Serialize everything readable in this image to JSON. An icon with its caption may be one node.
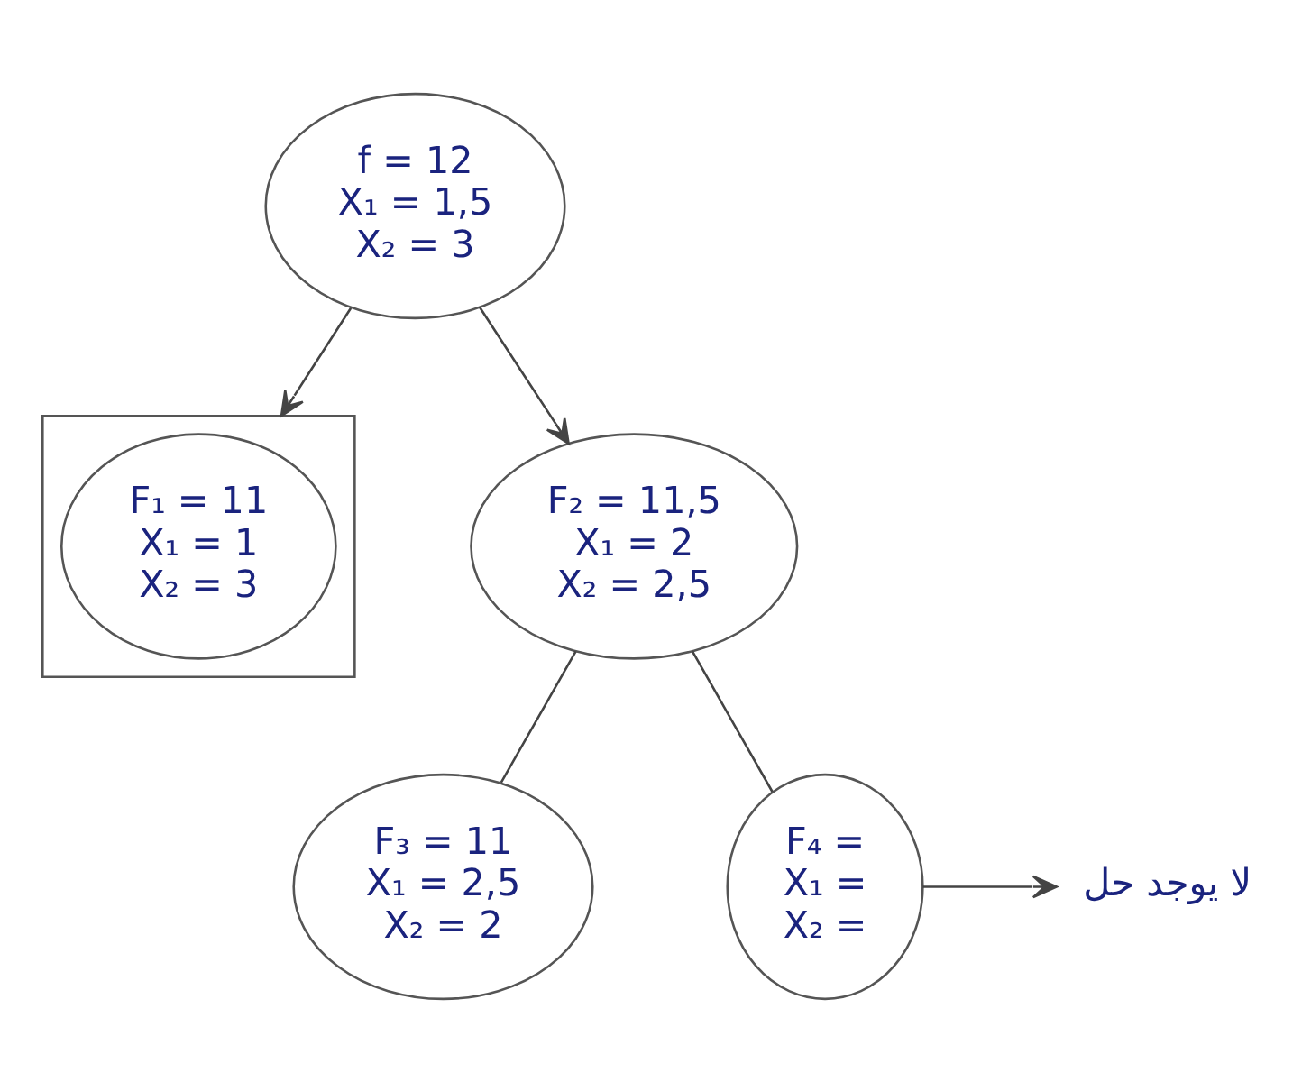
{
  "diagram": {
    "nodes": [
      {
        "text": [
          "f = 12",
          "X₁ = 1,5",
          "X₂ = 3"
        ]
      },
      {
        "text": [],
        "shape": "box"
      },
      {
        "text": [
          "F₁ = 11",
          "X₁ = 1",
          "X₂ = 3"
        ],
        "in": 1
      },
      {
        "text": [
          "F₂ = 11,5",
          "X₁ = 2",
          "X₂ = 2,5"
        ]
      },
      {
        "text": [
          "F₃ = 11",
          "X₁ = 2,5",
          "X₂ = 2"
        ]
      },
      {
        "text": [
          "F₄ =",
          "X₁ =",
          "X₂ ="
        ]
      },
      {
        "text": [
          "لا يوجد حل"
        ]
      }
    ],
    "edges": [
      {
        "from": 0,
        "to": 2,
        "arrow": "to"
      },
      {
        "from": 0,
        "to": 3,
        "arrow": "to"
      },
      {
        "from": 3,
        "to": 4,
        "arrow": "none"
      },
      {
        "from": 3,
        "to": 5,
        "arrow": "none"
      },
      {
        "from": 5,
        "to": 6,
        "arrow": "to"
      }
    ]
  }
}
